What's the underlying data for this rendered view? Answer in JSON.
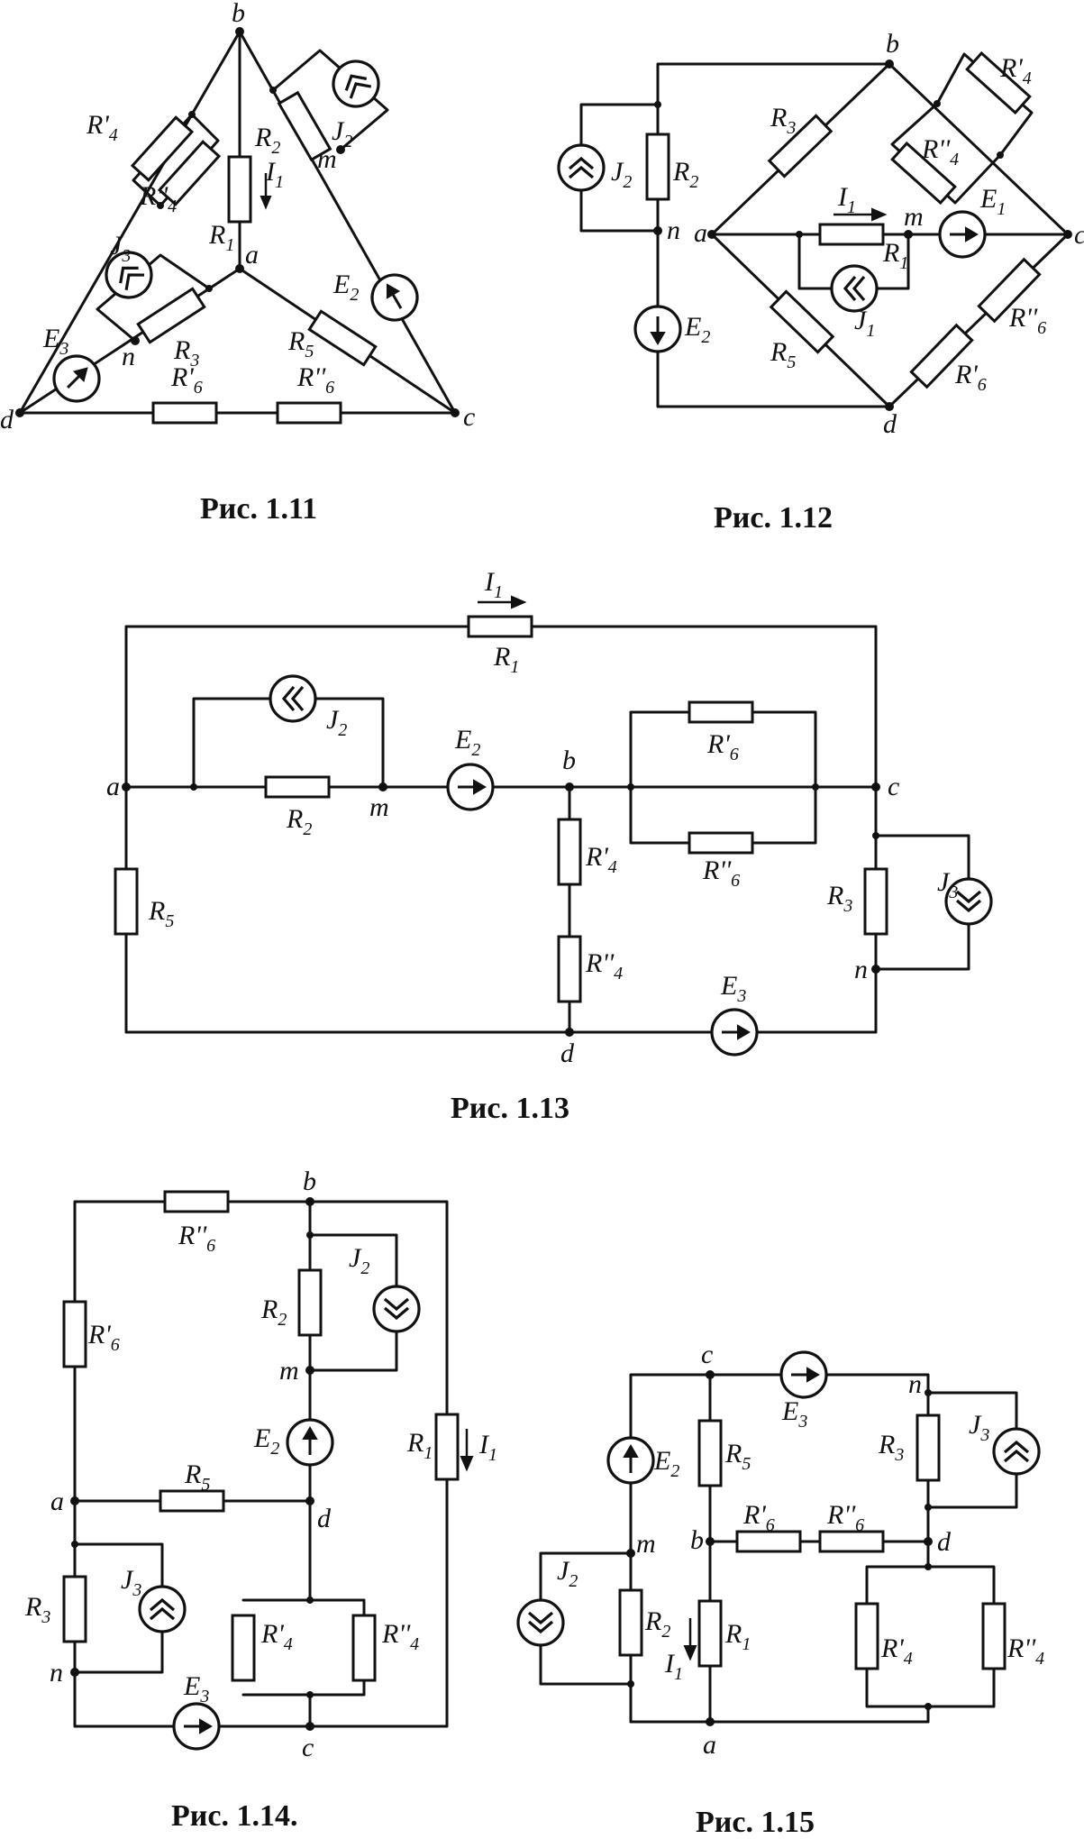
{
  "fig11": {
    "caption": "Рис. 1.11",
    "nodes": {
      "a": "a",
      "b": "b",
      "c": "c",
      "d": "d",
      "m": "m",
      "n": "n"
    },
    "R1": {
      "main": "R",
      "sub": "1"
    },
    "R2": {
      "main": "R",
      "sub": "2"
    },
    "R3": {
      "main": "R",
      "sub": "3"
    },
    "R4p": {
      "main": "R'",
      "sub": "4"
    },
    "R4pp": {
      "main": "R''",
      "sub": "4"
    },
    "R5": {
      "main": "R",
      "sub": "5"
    },
    "R6p": {
      "main": "R'",
      "sub": "6"
    },
    "R6pp": {
      "main": "R''",
      "sub": "6"
    },
    "E2": {
      "main": "E",
      "sub": "2"
    },
    "E3": {
      "main": "E",
      "sub": "3"
    },
    "J2": {
      "main": "J",
      "sub": "2"
    },
    "J3": {
      "main": "J",
      "sub": "3"
    },
    "I1": {
      "main": "I",
      "sub": "1"
    }
  },
  "fig12": {
    "caption": "Рис. 1.12",
    "nodes": {
      "a": "a",
      "b": "b",
      "c": "c",
      "d": "d",
      "m": "m",
      "n": "n"
    },
    "R1": {
      "main": "R",
      "sub": "1"
    },
    "R2": {
      "main": "R",
      "sub": "2"
    },
    "R3": {
      "main": "R",
      "sub": "3"
    },
    "R4p": {
      "main": "R'",
      "sub": "4"
    },
    "R4pp": {
      "main": "R''",
      "sub": "4"
    },
    "R5": {
      "main": "R",
      "sub": "5"
    },
    "R6p": {
      "main": "R'",
      "sub": "6"
    },
    "R6pp": {
      "main": "R''",
      "sub": "6"
    },
    "E1": {
      "main": "E",
      "sub": "1"
    },
    "E2": {
      "main": "E",
      "sub": "2"
    },
    "J1": {
      "main": "J",
      "sub": "1"
    },
    "J2": {
      "main": "J",
      "sub": "2"
    },
    "I1": {
      "main": "I",
      "sub": "1"
    }
  },
  "fig13": {
    "caption": "Рис. 1.13",
    "nodes": {
      "a": "a",
      "b": "b",
      "c": "c",
      "d": "d",
      "m": "m",
      "n": "n"
    },
    "R1": {
      "main": "R",
      "sub": "1"
    },
    "R2": {
      "main": "R",
      "sub": "2"
    },
    "R3": {
      "main": "R",
      "sub": "3"
    },
    "R4p": {
      "main": "R'",
      "sub": "4"
    },
    "R4pp": {
      "main": "R''",
      "sub": "4"
    },
    "R5": {
      "main": "R",
      "sub": "5"
    },
    "R6p": {
      "main": "R'",
      "sub": "6"
    },
    "R6pp": {
      "main": "R''",
      "sub": "6"
    },
    "E2": {
      "main": "E",
      "sub": "2"
    },
    "E3": {
      "main": "E",
      "sub": "3"
    },
    "J2": {
      "main": "J",
      "sub": "2"
    },
    "J3": {
      "main": "J",
      "sub": "3"
    },
    "I1": {
      "main": "I",
      "sub": "1"
    }
  },
  "fig14": {
    "caption": "Рис. 1.14.",
    "nodes": {
      "a": "a",
      "b": "b",
      "c": "c",
      "d": "d",
      "m": "m",
      "n": "n"
    },
    "R1": {
      "main": "R",
      "sub": "1"
    },
    "R2": {
      "main": "R",
      "sub": "2"
    },
    "R3": {
      "main": "R",
      "sub": "3"
    },
    "R4p": {
      "main": "R'",
      "sub": "4"
    },
    "R4pp": {
      "main": "R''",
      "sub": "4"
    },
    "R5": {
      "main": "R",
      "sub": "5"
    },
    "R6p": {
      "main": "R'",
      "sub": "6"
    },
    "R6pp": {
      "main": "R''",
      "sub": "6"
    },
    "E2": {
      "main": "E",
      "sub": "2"
    },
    "E3": {
      "main": "E",
      "sub": "3"
    },
    "J2": {
      "main": "J",
      "sub": "2"
    },
    "J3": {
      "main": "J",
      "sub": "3"
    },
    "I1": {
      "main": "I",
      "sub": "1"
    }
  },
  "fig15": {
    "caption": "Рис. 1.15",
    "nodes": {
      "a": "a",
      "b": "b",
      "c": "c",
      "d": "d",
      "m": "m",
      "n": "n"
    },
    "R1": {
      "main": "R",
      "sub": "1"
    },
    "R2": {
      "main": "R",
      "sub": "2"
    },
    "R3": {
      "main": "R",
      "sub": "3"
    },
    "R4p": {
      "main": "R'",
      "sub": "4"
    },
    "R4pp": {
      "main": "R''",
      "sub": "4"
    },
    "R5": {
      "main": "R",
      "sub": "5"
    },
    "R6p": {
      "main": "R'",
      "sub": "6"
    },
    "R6pp": {
      "main": "R''",
      "sub": "6"
    },
    "E2": {
      "main": "E",
      "sub": "2"
    },
    "E3": {
      "main": "E",
      "sub": "3"
    },
    "J2": {
      "main": "J",
      "sub": "2"
    },
    "J3": {
      "main": "J",
      "sub": "3"
    },
    "I1": {
      "main": "I",
      "sub": "1"
    }
  }
}
